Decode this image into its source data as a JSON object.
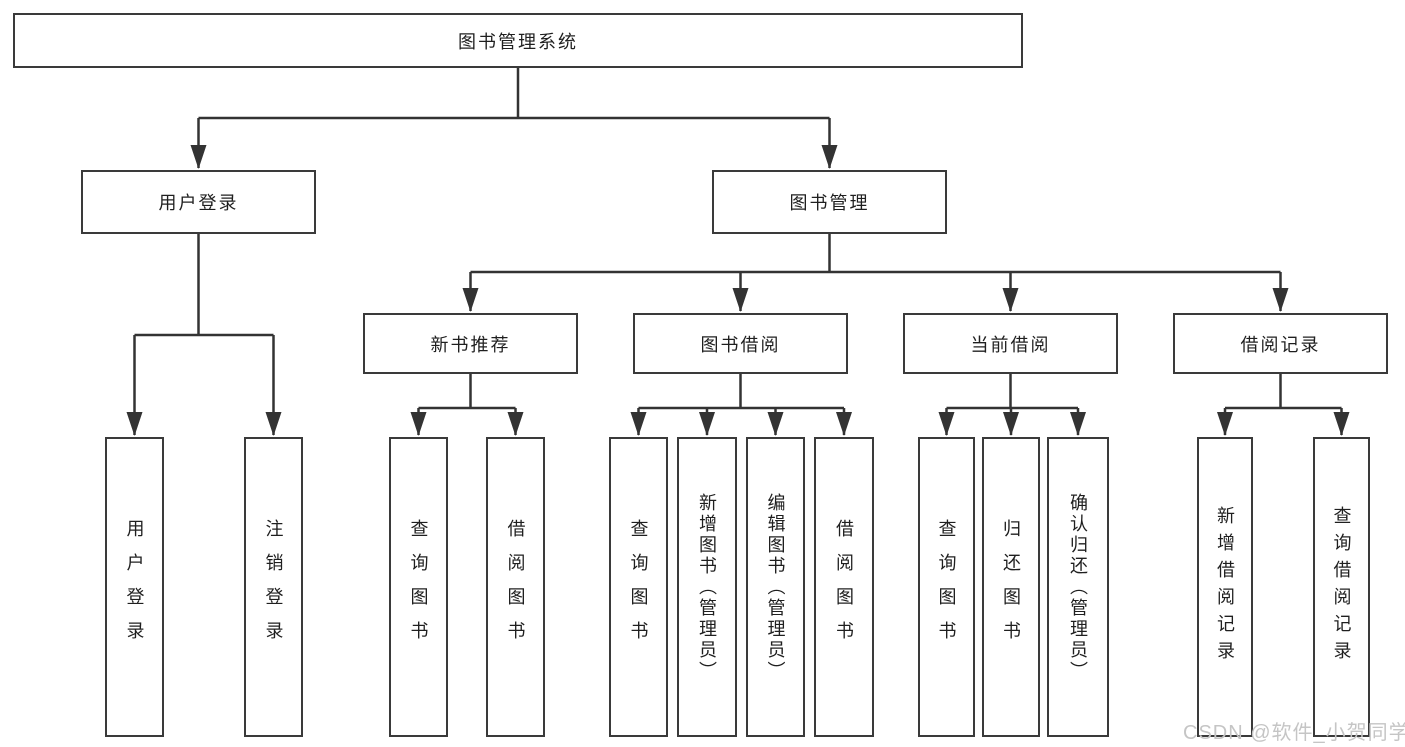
{
  "tree": {
    "root": "图书管理系统",
    "user_login": {
      "label": "用户登录",
      "children": [
        "用户登录",
        "注销登录"
      ]
    },
    "book_mgmt": {
      "label": "图书管理",
      "groups": [
        {
          "label": "新书推荐",
          "children": [
            "查询图书",
            "借阅图书"
          ]
        },
        {
          "label": "图书借阅",
          "children": [
            "查询图书",
            "新增图书（管理员）",
            "编辑图书（管理员）",
            "借阅图书"
          ]
        },
        {
          "label": "当前借阅",
          "children": [
            "查询图书",
            "归还图书",
            "确认归还（管理员）"
          ]
        },
        {
          "label": "借阅记录",
          "children": [
            "新增借阅记录",
            "查询借阅记录"
          ]
        }
      ]
    }
  },
  "watermark": "CSDN @软件_小贺同学",
  "colors": {
    "line": "#333333",
    "box_border": "#3a3a3a",
    "box_fill": "#ffffff",
    "text": "#1f1f1f",
    "watermark": "#c5c5c5"
  }
}
